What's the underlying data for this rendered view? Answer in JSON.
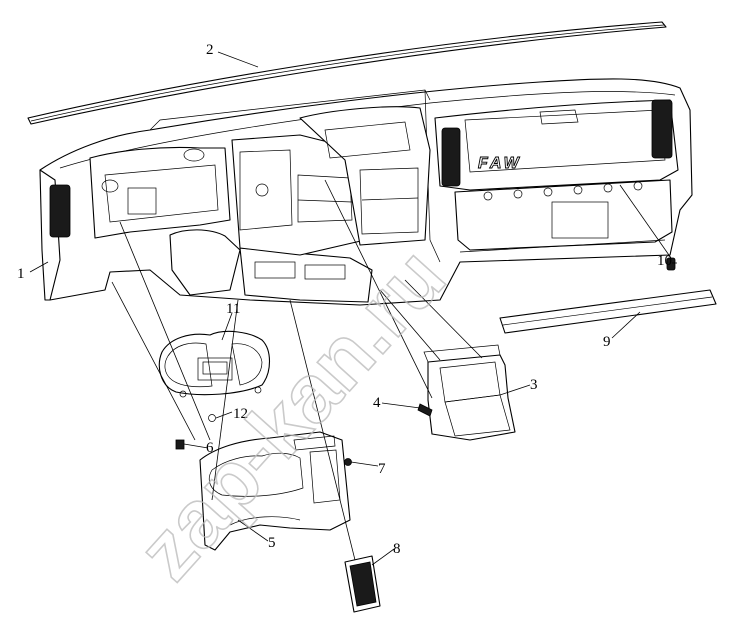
{
  "diagram": {
    "brand_text": "FAW",
    "watermark_text": "zap-kan.ru",
    "callouts": [
      {
        "id": "c1",
        "label": "1"
      },
      {
        "id": "c2",
        "label": "2"
      },
      {
        "id": "c3",
        "label": "3"
      },
      {
        "id": "c4",
        "label": "4"
      },
      {
        "id": "c5",
        "label": "5"
      },
      {
        "id": "c6",
        "label": "6"
      },
      {
        "id": "c7",
        "label": "7"
      },
      {
        "id": "c8",
        "label": "8"
      },
      {
        "id": "c9",
        "label": "9"
      },
      {
        "id": "c10",
        "label": "10"
      },
      {
        "id": "c11",
        "label": "11"
      },
      {
        "id": "c12",
        "label": "12"
      }
    ]
  }
}
